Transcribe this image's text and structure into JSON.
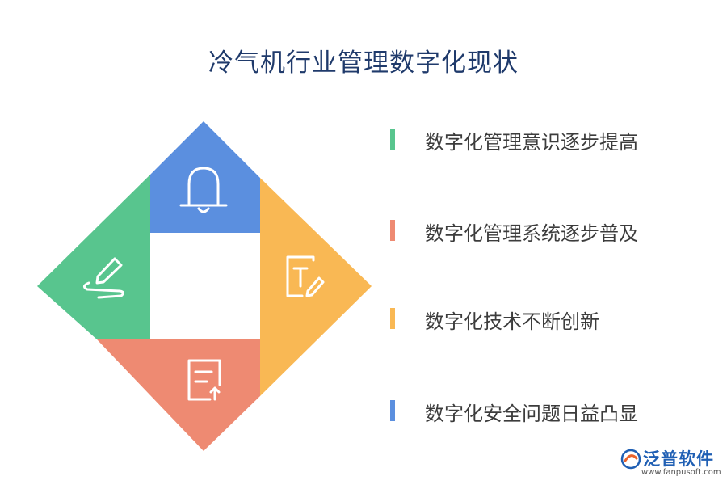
{
  "title": "冷气机行业管理数字化现状",
  "items": [
    {
      "label": "数字化管理意识逐步提高",
      "color": "#58c58e"
    },
    {
      "label": "数字化管理系统逐步普及",
      "color": "#ee8a72"
    },
    {
      "label": "数字化技术不断创新",
      "color": "#f9b854"
    },
    {
      "label": "数字化安全问题日益凸显",
      "color": "#5b8fdf"
    }
  ],
  "diagram": {
    "top_color": "#5b8fdf",
    "right_color": "#f9b854",
    "bottom_color": "#ee8a72",
    "left_color": "#58c58e",
    "top_icon": "bell-icon",
    "right_icon": "text-edit-icon",
    "bottom_icon": "document-upload-icon",
    "left_icon": "pen-draw-icon"
  },
  "logo": {
    "text": "泛普软件",
    "url": "www.fanpusoft.com"
  }
}
